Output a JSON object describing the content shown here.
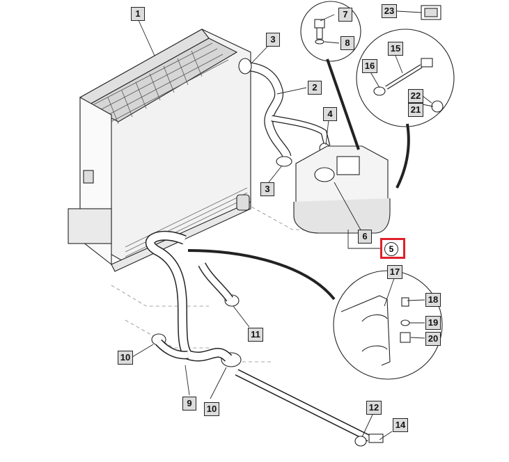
{
  "diagram": {
    "callouts": [
      {
        "id": "c1",
        "label": "1"
      },
      {
        "id": "c2",
        "label": "2"
      },
      {
        "id": "c3a",
        "label": "3"
      },
      {
        "id": "c3b",
        "label": "3"
      },
      {
        "id": "c4",
        "label": "4"
      },
      {
        "id": "c5",
        "label": "5"
      },
      {
        "id": "c6",
        "label": "6"
      },
      {
        "id": "c7",
        "label": "7"
      },
      {
        "id": "c8",
        "label": "8"
      },
      {
        "id": "c9",
        "label": "9"
      },
      {
        "id": "c10a",
        "label": "10"
      },
      {
        "id": "c10b",
        "label": "10"
      },
      {
        "id": "c11",
        "label": "11"
      },
      {
        "id": "c12",
        "label": "12"
      },
      {
        "id": "c14",
        "label": "14"
      },
      {
        "id": "c15",
        "label": "15"
      },
      {
        "id": "c16",
        "label": "16"
      },
      {
        "id": "c17",
        "label": "17"
      },
      {
        "id": "c18",
        "label": "18"
      },
      {
        "id": "c19",
        "label": "19"
      },
      {
        "id": "c20",
        "label": "20"
      },
      {
        "id": "c21",
        "label": "21"
      },
      {
        "id": "c22",
        "label": "22"
      },
      {
        "id": "c23",
        "label": "23"
      }
    ],
    "highlight_color": "#e0202a",
    "line_color": "#222222"
  }
}
